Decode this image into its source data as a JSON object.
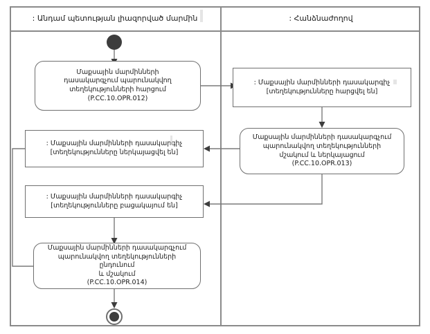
{
  "diagram": {
    "title": "UML activity diagram",
    "stroke_color": "#7a7a7a",
    "frame_color": "#8a8a8a",
    "node_fill": "#ffffff",
    "node_marker_color": "#3d3d3d"
  },
  "lanes": [
    {
      "name": "member-state-authorized-body",
      "label": ": Անդամ պետության լիազորված մարմին"
    },
    {
      "name": "commission",
      "label": ": Հանձնաժողով"
    }
  ],
  "nodes": {
    "initial": {
      "label": ""
    },
    "final": {
      "label": ""
    },
    "request_action": {
      "label": "Մաքսային մարմինների\nդասակարգչում պարունակվող\nտեղեկությունների հարցում\n(P.CC.10.OPR.012)",
      "code": "P.CC.10.OPR.012"
    },
    "requested_object": {
      "label": ": Մաքսային մարմինների դասակարգիչ\n[տեղեկությունները հարցվել են]"
    },
    "process_action": {
      "label": "Մաքսային մարմինների դասակարգչում\nպարունակվող տեղեկությունների\nմշակում և ներկայացում\n(P.CC.10.OPR.013)",
      "code": "P.CC.10.OPR.013"
    },
    "presented_object": {
      "label": ": Մաքսային մարմինների դասակարգիչ\n[տեղեկությունները ներկայացվել են]"
    },
    "absent_object": {
      "label": ": Մաքսային մարմինների դասակարգիչ\n[տեղեկությունները բացակայում են]"
    },
    "receive_action": {
      "label": "Մաքսային մարմինների դասակարգչում\nպարունակվող տեղեկությունների ընդունում\nև մշակում\n(P.CC.10.OPR.014)",
      "code": "P.CC.10.OPR.014"
    }
  }
}
